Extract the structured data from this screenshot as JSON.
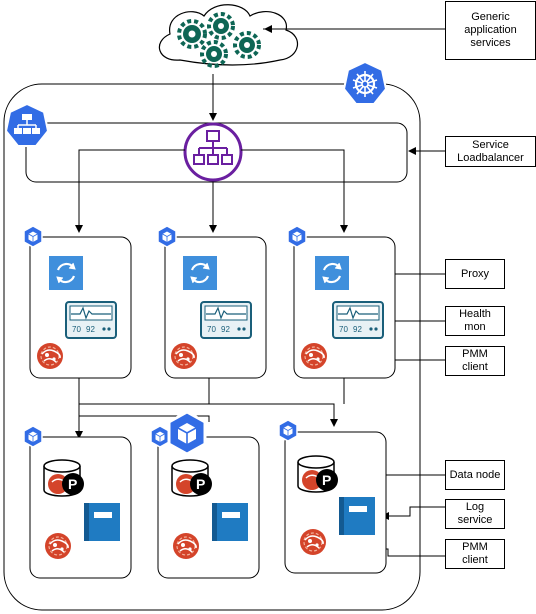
{
  "labels": {
    "generic_services": "Generic\napplication\nservices",
    "service_lb": "Service\nLoadbalancer",
    "proxy": "Proxy",
    "health_mon": "Health\nmon",
    "pmm_client_1": "PMM\nclient",
    "data_node": "Data node",
    "log_service": "Log\nservice",
    "pmm_client_2": "PMM\nclient"
  },
  "icons": {
    "cloud": "cloud-gears-icon",
    "kubernetes": "kubernetes-helm-icon",
    "network": "network-icon",
    "loadbalancer": "load-balancer-icon",
    "pod": "pod-cube-icon",
    "proxy": "sync-icon",
    "monitor": "heart-monitor-icon",
    "pmm": "percona-pmm-icon",
    "database": "percona-db-icon",
    "log": "log-book-icon"
  },
  "monitor_readout": {
    "left": "70",
    "right": "92"
  },
  "db_letter": "P",
  "colors": {
    "k8s_blue": "#326CE5",
    "lb_purple": "#6A1FA0",
    "gear_green": "#0E6655",
    "aws_blue": "#3F8FDC",
    "book_blue": "#1F7BC2",
    "percona_red": "#D4442A",
    "monitor_teal": "#1A5F7A"
  }
}
